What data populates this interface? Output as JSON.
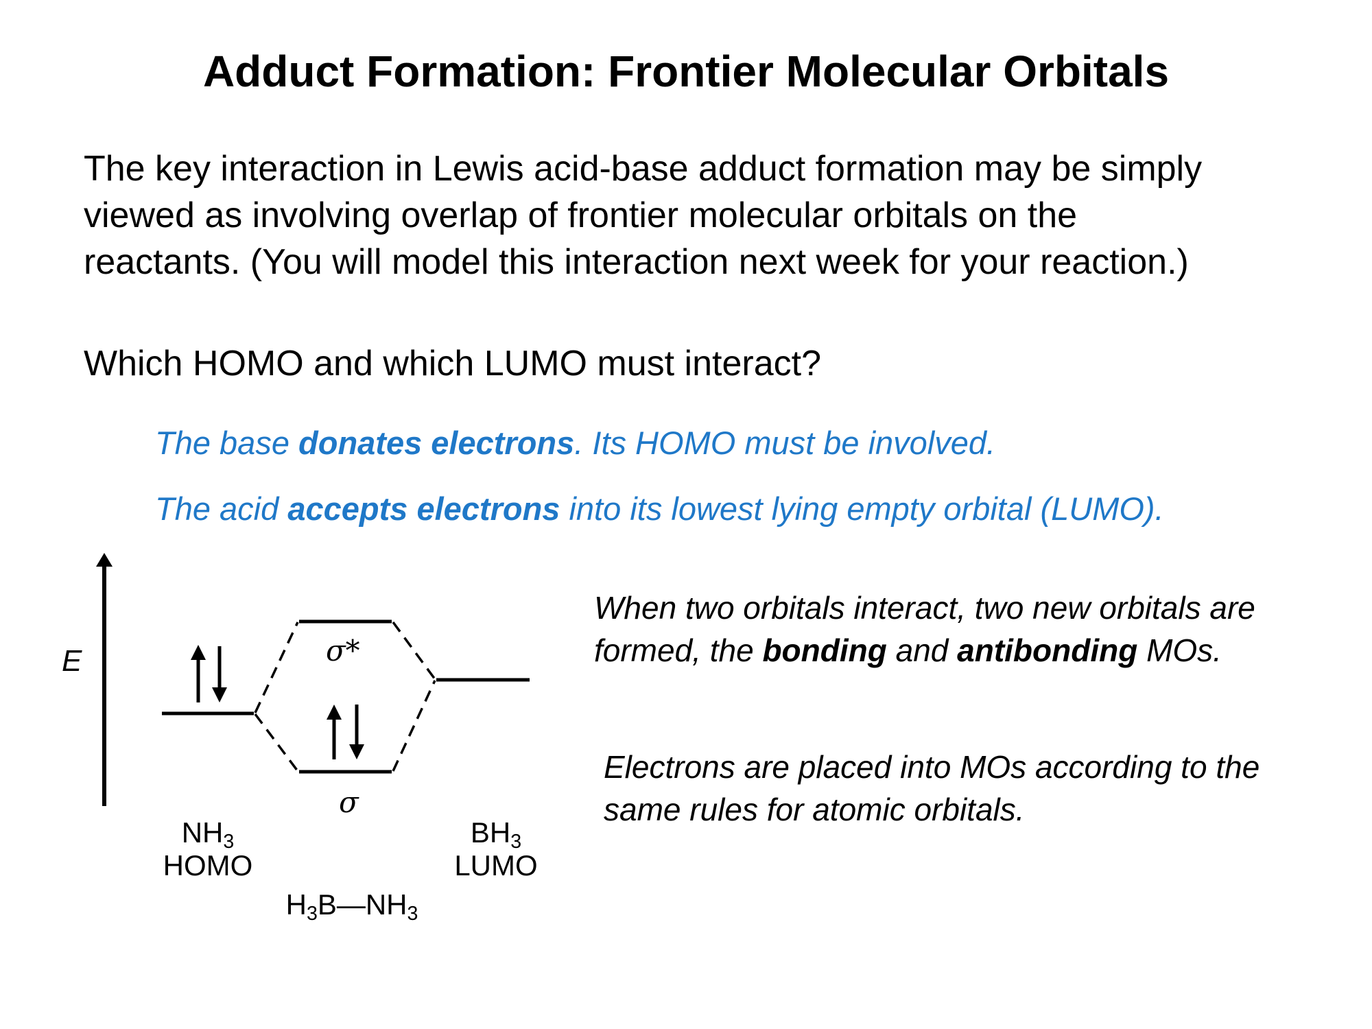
{
  "slide": {
    "title": "Adduct Formation: Frontier Molecular Orbitals",
    "intro_lines": [
      "The key interaction in Lewis acid-base adduct formation may be simply",
      "viewed as involving overlap of frontier molecular orbitals on the",
      "reactants. (You will model this interaction next week for your reaction.)"
    ],
    "question": "Which HOMO and which LUMO must interact?",
    "answer_base": {
      "pre": "The base ",
      "bold": "donates electrons",
      "post": ". Its HOMO must be involved."
    },
    "answer_acid": {
      "pre": "The acid ",
      "bold": "accepts electrons",
      "post": " into its lowest lying empty orbital (LUMO)."
    },
    "accent_color": "#1f78c8"
  },
  "diagram": {
    "energy_axis_label": "E",
    "sigma_star_label": "σ*",
    "sigma_label": "σ",
    "left": {
      "formula_base": "NH",
      "formula_sub": "3",
      "role": "HOMO"
    },
    "right": {
      "formula_base": "BH",
      "formula_sub": "3",
      "role": "LUMO"
    },
    "adduct": {
      "p1": "H",
      "s1": "3",
      "p2": "B—NH",
      "s2": "3"
    }
  },
  "notes": {
    "line1": "When two orbitals interact, two new orbitals are",
    "line2_pre": "formed, the ",
    "line2_bold1": "bonding",
    "line2_mid": " and ",
    "line2_bold2": "antibonding",
    "line2_post": " MOs.",
    "line3": "Electrons are placed into MOs according to the",
    "line4": "same rules for atomic orbitals."
  }
}
